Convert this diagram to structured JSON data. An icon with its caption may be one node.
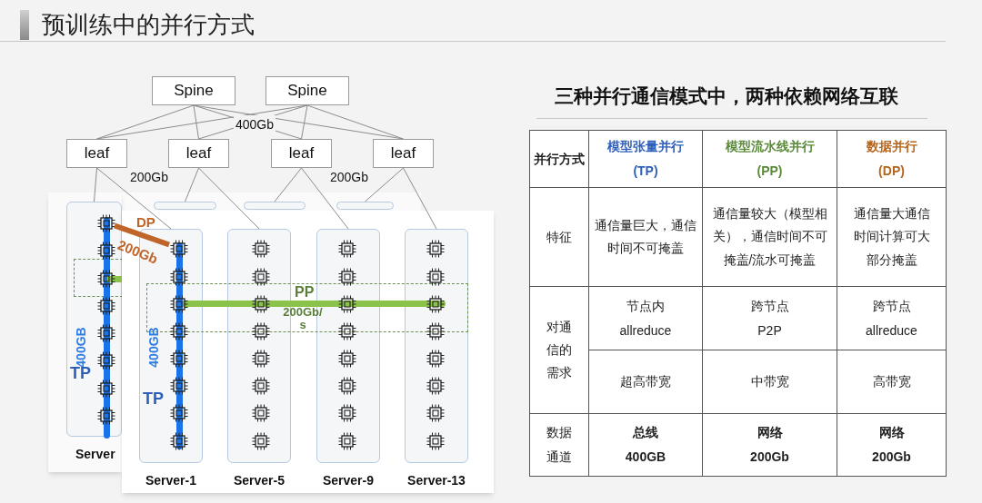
{
  "diagram": {
    "title": "预训练中的并行方式",
    "nodes": [
      {
        "text": [
          "Spine"
        ]
      },
      {
        "text": [
          "Spine"
        ]
      },
      {
        "text": [
          "leaf"
        ]
      },
      {
        "text": [
          "leaf"
        ]
      },
      {
        "text": [
          "leaf"
        ]
      },
      {
        "text": [
          "leaf"
        ]
      },
      {
        "text": [],
        "shape": "box"
      },
      {
        "text": [],
        "shape": "box",
        "in": 6,
        "beside": [
          "Server"
        ]
      },
      {
        "text": [],
        "shape": "box"
      },
      {
        "text": [],
        "shape": "box"
      },
      {
        "text": [],
        "shape": "box"
      },
      {
        "text": [],
        "shape": "box",
        "in": 7
      },
      {
        "text": [],
        "shape": "chip",
        "in": 7
      },
      {
        "text": [],
        "shape": "box"
      },
      {
        "text": [],
        "shape": "box",
        "in": 13,
        "beside": [
          "Server-1"
        ]
      },
      {
        "text": [],
        "shape": "box",
        "in": 13,
        "beside": [
          "Server-5"
        ]
      },
      {
        "text": [],
        "shape": "box",
        "in": 13,
        "beside": [
          "Server-9"
        ]
      },
      {
        "text": [],
        "shape": "box",
        "in": 13,
        "beside": [
          "Server-13"
        ]
      },
      {
        "text": [
          "PP",
          "200Gb/ s"
        ],
        "in": 13
      },
      {
        "text": [],
        "shape": "chip",
        "in": 14
      }
    ],
    "edges": [
      {
        "from": 0,
        "to": 2,
        "arrow": "none"
      },
      {
        "from": 0,
        "to": 3,
        "arrow": "none"
      },
      {
        "from": 0,
        "to": 4,
        "arrow": "none"
      },
      {
        "from": 0,
        "to": 5,
        "arrow": "none"
      },
      {
        "from": 1,
        "to": 2,
        "arrow": "none"
      },
      {
        "from": 1,
        "to": 3,
        "arrow": "none"
      },
      {
        "from": 1,
        "to": 4,
        "arrow": "none"
      },
      {
        "from": 1,
        "to": 5,
        "arrow": "none"
      },
      {
        "from": 2,
        "to": 7,
        "arrow": "none"
      },
      {
        "from": 2,
        "to": 14,
        "arrow": "none"
      },
      {
        "from": 3,
        "to": 8,
        "arrow": "none"
      },
      {
        "from": 3,
        "to": 15,
        "arrow": "none"
      },
      {
        "from": 4,
        "to": 9,
        "arrow": "none"
      },
      {
        "from": 4,
        "to": 16,
        "arrow": "none"
      },
      {
        "from": 5,
        "to": 10,
        "arrow": "none"
      },
      {
        "from": 5,
        "to": 17,
        "arrow": "none"
      },
      {
        "from": 12,
        "to": 19,
        "arrow": "none",
        "label": "DP",
        "style": "thick",
        "color": "#c0652a"
      }
    ],
    "labels": [
      "400Gb",
      "200Gb",
      "200Gb",
      "200Gb",
      "400GB",
      "TP",
      "400GB",
      "TP",
      "三种并行通信模式中，两种依赖网络互联",
      "并行方式",
      "模型张量并行 (TP)",
      "模型流水线并行 (PP)",
      "数据并行 (DP)",
      "特征",
      "通信量巨大，通信时间不可掩盖",
      "通信量较大（模型相关），通信时间不可掩盖/流水可掩盖",
      "通信量大通信时间计算可大部分掩盖",
      "对通信的需求",
      "节点内 allreduce",
      "跨节点 P2P",
      "跨节点 allreduce",
      "超高带宽",
      "中带宽",
      "高带宽",
      "数据通道",
      "总线 400GB",
      "网络 200Gb",
      "网络 200Gb"
    ]
  }
}
